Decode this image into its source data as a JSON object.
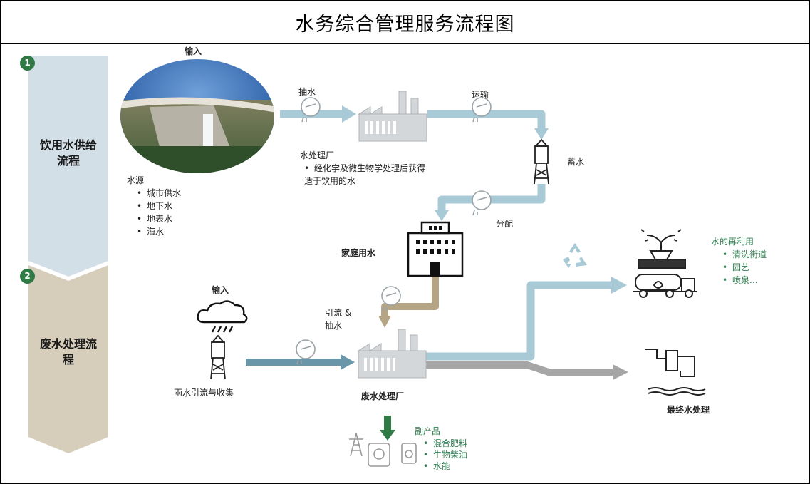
{
  "title": "水务综合管理服务流程图",
  "stages": [
    {
      "number": "1",
      "label_line1": "饮用水供给",
      "label_line2": "流程"
    },
    {
      "number": "2",
      "label_line1": "废水处理流",
      "label_line2": "程"
    }
  ],
  "supply": {
    "input_label": "输入",
    "pump_label": "抽水",
    "transport_label": "运输",
    "storage_label": "蓄水",
    "distribute_label": "分配",
    "household_label": "家庭用水",
    "plant": {
      "title": "水处理厂",
      "bullet_line1": "经化学及微生物学处理后获得",
      "bullet_line2": "适于饮用的水"
    },
    "source": {
      "title": "水源",
      "items": [
        "城市供水",
        "地下水",
        "地表水",
        "海水"
      ]
    }
  },
  "wastewater": {
    "input_label": "输入",
    "rain_label": "雨水引流与收集",
    "divert_line1": "引流 &",
    "divert_line2": "抽水",
    "plant_label": "废水处理厂",
    "final_label": "最终水处理",
    "reuse": {
      "title": "水的再利用",
      "items": [
        "清洗街道",
        "园艺",
        "喷泉..."
      ]
    },
    "byproducts": {
      "title": "副产品",
      "items": [
        "混合肥料",
        "生物柴油",
        "水能"
      ]
    }
  },
  "colors": {
    "stage1_band": "#d3dfe7",
    "stage2_band": "#d6cdbb",
    "supply_arrow": "#a8c9d6",
    "household_arrow": "#b6a585",
    "waste_in_arrow": "#6a96aa",
    "final_arrow": "#a6a6a6",
    "byproduct_arrow": "#2f7a45",
    "accent_green": "#2e7d4f"
  }
}
